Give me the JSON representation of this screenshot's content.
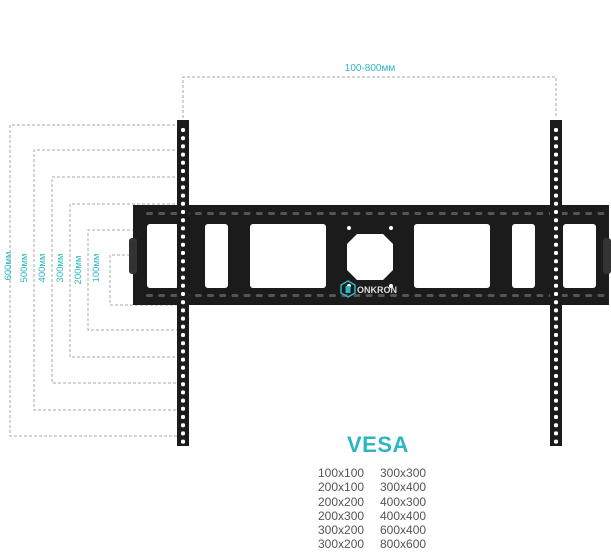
{
  "brand": {
    "name": "ONKRON"
  },
  "colors": {
    "accent": "#2bb7c1",
    "bracket": "#1b1b1b",
    "dim_line": "#aaaaaa"
  },
  "width_dimension": "100-800мм",
  "height_dimensions": [
    "600мм",
    "500мм",
    "400мм",
    "300мм",
    "200мм",
    "100мм"
  ],
  "vesa": {
    "title": "VESA",
    "rows": [
      [
        "100x100",
        "300x300"
      ],
      [
        "200x100",
        "300x400"
      ],
      [
        "200x200",
        "400x300"
      ],
      [
        "200x300",
        "400x400"
      ],
      [
        "300x200",
        "600x400"
      ],
      [
        "300x200",
        "800x600"
      ]
    ]
  }
}
